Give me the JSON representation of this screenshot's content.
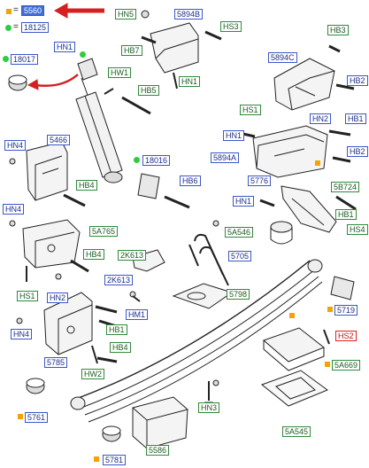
{
  "legend": {
    "orange_ref": "5560",
    "green_ref": "18125",
    "equals": "="
  },
  "colors": {
    "blue_label": "#3a57c9",
    "green_label": "#2f8a3a",
    "highlight_red": "#e02020",
    "orange_marker": "#f5a300",
    "green_marker": "#2ecc40",
    "arrow_red": "#d42020"
  },
  "labels": {
    "hn5": "HN5",
    "l5894b": "5894B",
    "hs3": "HS3",
    "hb7": "HB7",
    "hn1_top": "HN1",
    "hb3": "HB3",
    "l18017": "18017",
    "hn1_left": "HN1",
    "hw1": "HW1",
    "hb5": "HB5",
    "l5894c": "5894C",
    "hb2_top": "HB2",
    "hs1_top": "HS1",
    "hn2_right": "HN2",
    "hb1_right": "HB1",
    "hn4_top": "HN4",
    "l5466": "5466",
    "hn1_mid": "HN1",
    "l18016": "18016",
    "l5894a": "5894A",
    "hb2_mid": "HB2",
    "hb4_top": "HB4",
    "hb6": "HB6",
    "l5776": "5776",
    "l5b724": "5B724",
    "hn4_mid": "HN4",
    "hn1_right": "HN1",
    "hb1_mid": "HB1",
    "l5a765": "5A765",
    "l5a546": "5A546",
    "hs4": "HS4",
    "l2k613": "2K613",
    "hb4_mid": "HB4",
    "l5705": "5705",
    "hs1_mid": "HS1",
    "hn2_left": "HN2",
    "l5798": "5798",
    "hm1": "HM1",
    "l5719": "5719",
    "hn4_bot": "HN4",
    "hb1_bot": "HB1",
    "hs2": "HS2",
    "hb4_bot": "HB4",
    "l5785": "5785",
    "hw2": "HW2",
    "l5a669": "5A669",
    "l5761": "5761",
    "hn3": "HN3",
    "l5a545": "5A545",
    "l5586": "5586",
    "l5781": "5781"
  }
}
